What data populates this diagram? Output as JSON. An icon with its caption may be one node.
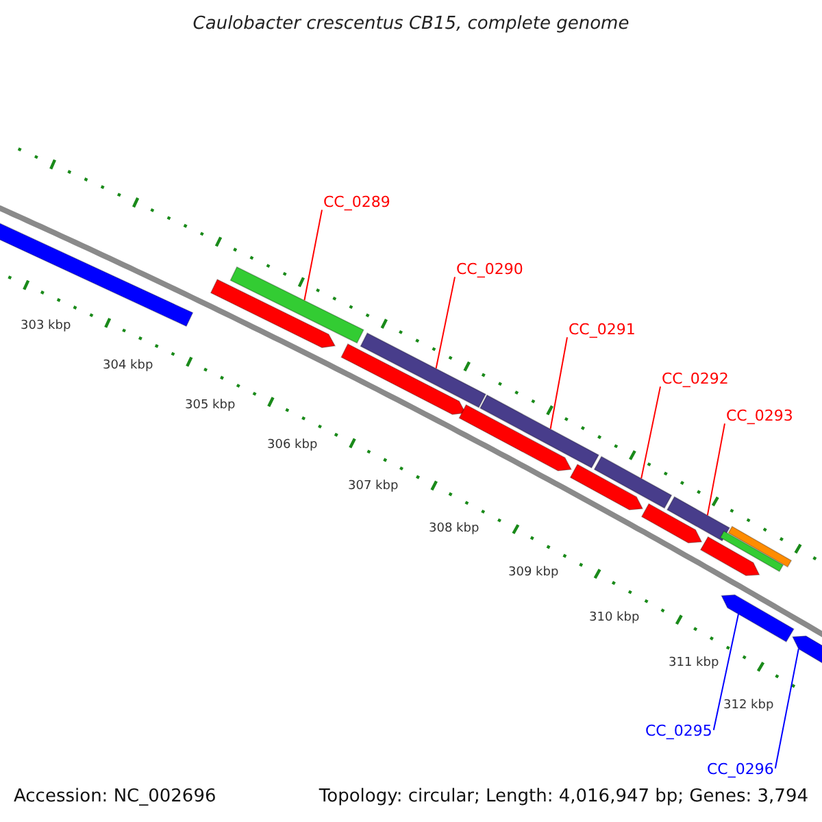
{
  "diagram": {
    "title": "Caulobacter crescentus CB15, complete genome",
    "nodes": [
      {
        "text": [
          "CC_0289"
        ]
      },
      {
        "text": [],
        "shape": "bar"
      },
      {
        "text": [
          "CC_0290"
        ]
      },
      {
        "text": [],
        "shape": "bar"
      },
      {
        "text": [
          "CC_0291"
        ]
      },
      {
        "text": [],
        "shape": "bar"
      },
      {
        "text": [
          "CC_0292"
        ]
      },
      {
        "text": [],
        "shape": "bar"
      },
      {
        "text": [
          "CC_0293"
        ]
      },
      {
        "text": [],
        "shape": "bar"
      },
      {
        "text": [
          "CC_0295"
        ]
      },
      {
        "text": [],
        "shape": "arrow"
      },
      {
        "text": [
          "CC_0296"
        ]
      },
      {
        "text": [],
        "shape": "arrow"
      },
      {
        "text": [],
        "shape": "bar"
      },
      {
        "text": [],
        "shape": "arrow"
      },
      {
        "text": [],
        "shape": "arrow"
      },
      {
        "text": [],
        "shape": "arrow"
      },
      {
        "text": [],
        "shape": "arrow"
      },
      {
        "text": [],
        "shape": "arrow"
      },
      {
        "text": [],
        "shape": "arrow"
      },
      {
        "text": [],
        "shape": "bar"
      },
      {
        "text": [],
        "shape": "bar"
      }
    ],
    "edges": [
      {
        "from": 0,
        "to": 1,
        "arrow": "none",
        "color": "#ff0000"
      },
      {
        "from": 2,
        "to": 3,
        "arrow": "none",
        "color": "#ff0000"
      },
      {
        "from": 4,
        "to": 5,
        "arrow": "none",
        "color": "#ff0000"
      },
      {
        "from": 6,
        "to": 7,
        "arrow": "none",
        "color": "#ff0000"
      },
      {
        "from": 8,
        "to": 9,
        "arrow": "none",
        "color": "#ff0000"
      },
      {
        "from": 10,
        "to": 11,
        "arrow": "none",
        "color": "#0000ff"
      },
      {
        "from": 12,
        "to": 13,
        "arrow": "none",
        "color": "#0000ff"
      }
    ],
    "labels": [
      "303 kbp",
      "304 kbp",
      "305 kbp",
      "306 kbp",
      "307 kbp",
      "308 kbp",
      "309 kbp",
      "310 kbp",
      "311 kbp",
      "312 kbp",
      "Accession: NC_002696",
      "Topology: circular; Length: 4,016,947 bp; Genes: 3,794"
    ]
  }
}
